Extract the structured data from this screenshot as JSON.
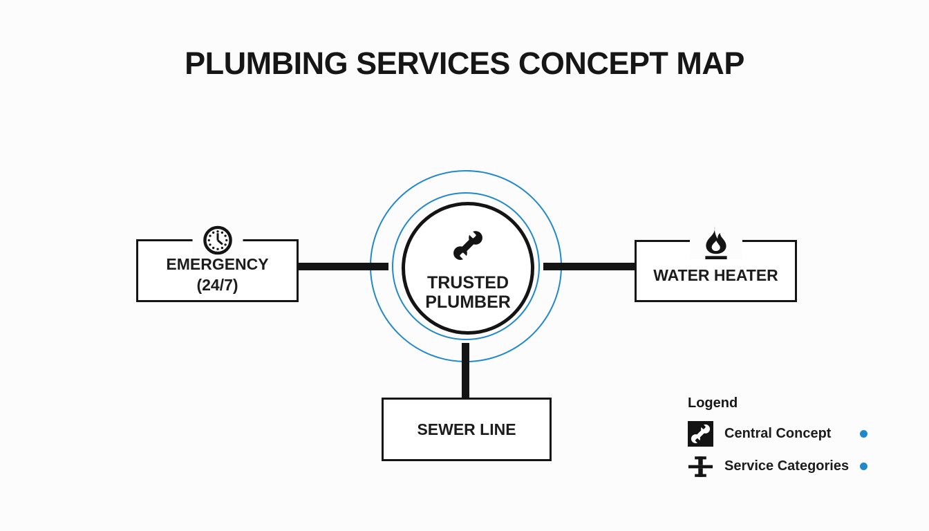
{
  "title": "PLUMBING SERVICES CONCEPT MAP",
  "colors": {
    "ink": "#141414",
    "accent_blue": "#1f88cc",
    "background": "#fcfcfc"
  },
  "central_node": {
    "icon": "wrench-icon",
    "label_line1": "TRUSTED",
    "label_line2": "PLUMBER"
  },
  "nodes": [
    {
      "id": "emergency",
      "icon": "clock-icon",
      "label_line1": "EMERGENCY",
      "label_line2": "(24/7)"
    },
    {
      "id": "water-heater",
      "icon": "flame-icon",
      "label_line1": "WATER HEATER"
    },
    {
      "id": "sewer-line",
      "label_line1": "SEWER LINE"
    }
  ],
  "legend": {
    "title": "Logend",
    "items": [
      {
        "label": "Central Concept",
        "icon": "wrench-square-icon",
        "marker_color": "#1f88cc"
      },
      {
        "label": "Service Categories",
        "icon": "pipe-fitting-icon",
        "marker_color": "#1f88cc"
      }
    ]
  }
}
